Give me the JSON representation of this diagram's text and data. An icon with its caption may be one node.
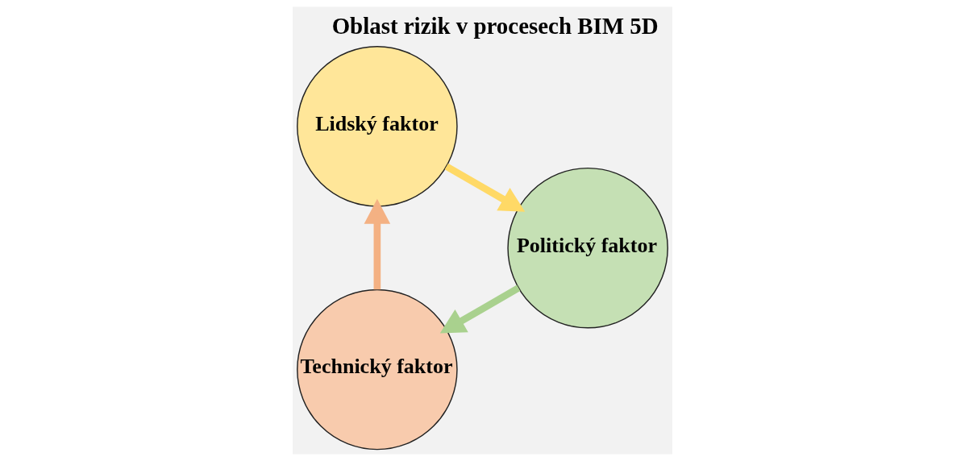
{
  "diagram": {
    "title": "Oblast rizik v procesech BIM 5D",
    "nodes": [
      {
        "text": [
          "Technický faktor"
        ]
      },
      {
        "text": [
          "Lidský faktor"
        ]
      },
      {
        "text": [
          "Politický faktor"
        ]
      }
    ],
    "edges": [
      {
        "from": 0,
        "to": 1,
        "arrow": "to",
        "color": "#f4b183"
      },
      {
        "from": 1,
        "to": 2,
        "arrow": "to",
        "color": "#ffd966"
      },
      {
        "from": 2,
        "to": 0,
        "arrow": "to",
        "color": "#a9d18e"
      }
    ]
  }
}
